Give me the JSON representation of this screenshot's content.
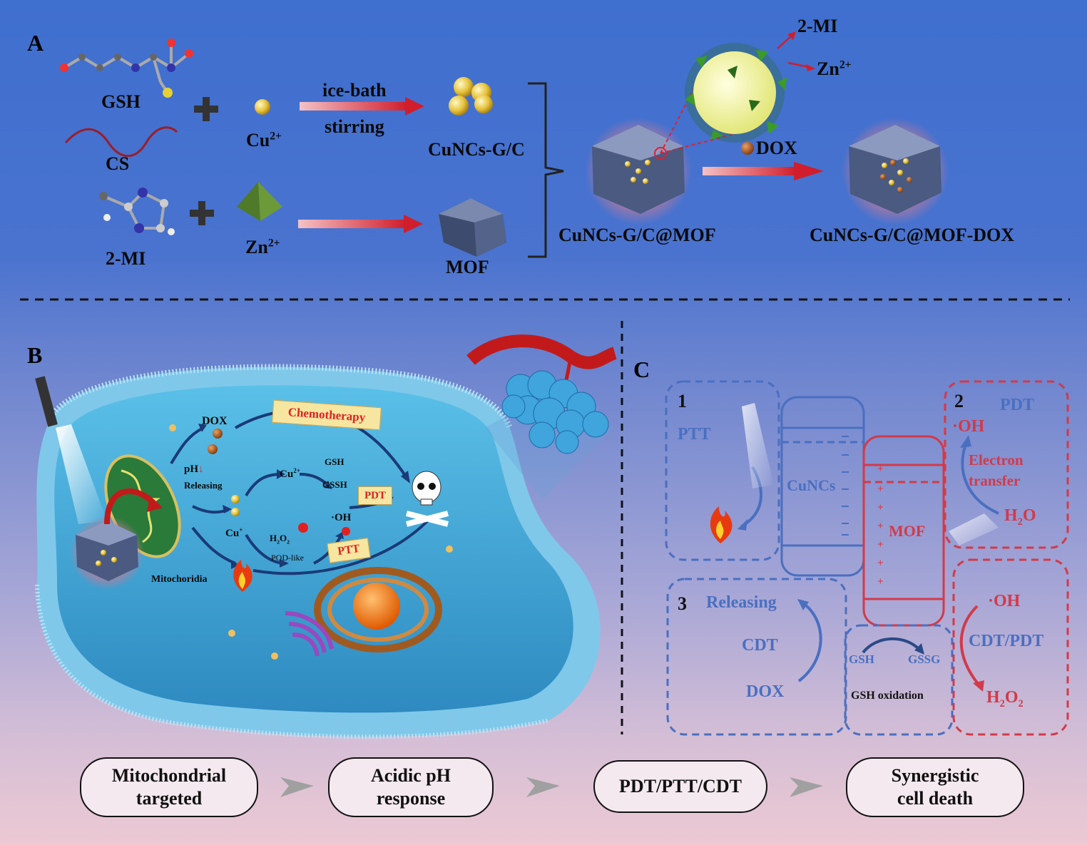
{
  "panels": {
    "a": "A",
    "b": "B",
    "c": "C"
  },
  "section_a": {
    "gsh": "GSH",
    "cs": "CS",
    "cu": "Cu",
    "cu_sup": "2+",
    "two_mi": "2-MI",
    "zn": "Zn",
    "zn_sup": "2+",
    "arrow_top_above": "ice-bath",
    "arrow_top_below": "stirring",
    "cunc_product": "CuNCs-G/C",
    "mof_product": "MOF",
    "composite": "CuNCs-G/C@MOF",
    "final": "CuNCs-G/C@MOF-DOX",
    "release_2mi": "2-MI",
    "release_zn": "Zn",
    "release_zn_sup": "2+",
    "dox": "DOX"
  },
  "section_b": {
    "dox": "DOX",
    "chemotherapy": "Chemotherapy",
    "ph": "pH",
    "ph_arrow": "↓",
    "releasing": "Releasing",
    "cu2": "Cu",
    "cu2_sup": "2+",
    "gsh": "GSH",
    "gssh": "GSSH",
    "pdt": "PDT",
    "oh": "·OH",
    "cu_plus": "Cu",
    "cu_plus_sup": "+",
    "h2o2": "H",
    "h2o2_sub1": "2",
    "h2o2_mid": "O",
    "h2o2_sub2": "2",
    "pod": "POD-like",
    "ptt": "PTT",
    "mito": "Mitochoridia",
    "skull_icon": "skull-icon",
    "flame_icon": "flame-icon",
    "laser_icon": "laser-icon"
  },
  "section_c": {
    "box1_num": "1",
    "box1_label": "PTT",
    "cuncs": "CuNCs",
    "mof": "MOF",
    "box2_num": "2",
    "box2_label": "PDT",
    "box2_oh": "·OH",
    "electron_1": "Electron",
    "electron_2": "transfer",
    "h2o": "H",
    "h2o_sub": "2",
    "h2o_o": "O",
    "box3_num": "3",
    "releasing": "Releasing",
    "cdt": "CDT",
    "dox": "DOX",
    "gsh": "GSH",
    "gssg": "GSSG",
    "gsh_ox": "GSH oxidation",
    "oh2": "·OH",
    "cdt_pdt": "CDT/PDT",
    "h2o2": "H",
    "h2o2_sub1": "2",
    "h2o2_o": "O",
    "h2o2_sub2": "2",
    "plus": "+",
    "minus": "−"
  },
  "flow": [
    "Mitochondrial\ntargeted",
    "Acidic pH\nresponse",
    "PDT/PTT/CDT",
    "Synergistic\ncell death"
  ],
  "colors": {
    "bg_top": "#3f6fcf",
    "bg_bottom": "#ecc9d3",
    "blue_label": "#4a6fc0",
    "red_label": "#d23a4a",
    "arrow_red": "#d6283a",
    "tag_yellow": "#f6e6a0"
  }
}
